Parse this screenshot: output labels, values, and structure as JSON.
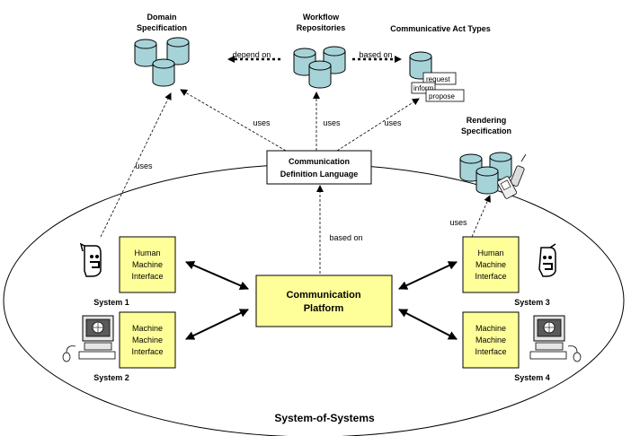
{
  "nodes": {
    "domain_spec": [
      "Domain",
      "Specification"
    ],
    "workflow_repo": [
      "Workflow",
      "Repositories"
    ],
    "comm_act_types": "Communicative Act Types",
    "act_cards": [
      "request",
      "inform",
      "propose"
    ],
    "rendering_spec": [
      "Rendering",
      "Specification"
    ],
    "cdl": [
      "Communication",
      "Definition Language"
    ],
    "platform": [
      "Communication",
      "Platform"
    ],
    "hmi_1": [
      "Human",
      "Machine",
      "Interface"
    ],
    "mmi_2": [
      "Machine",
      "Machine",
      "Interface"
    ],
    "hmi_3": [
      "Human",
      "Machine",
      "Interface"
    ],
    "mmi_4": [
      "Machine",
      "Machine",
      "Interface"
    ],
    "system_1": "System 1",
    "system_2": "System 2",
    "system_3": "System 3",
    "system_4": "System 4",
    "sos": "System-of-Systems"
  },
  "edges": {
    "depend_on": "depend on",
    "based_on_top": "based on",
    "uses_cdl_domain": "uses",
    "uses_cdl_workflow": "uses",
    "uses_cdl_acts": "uses",
    "uses_hmi1_domain": "uses",
    "uses_hmi3_rendering": "uses",
    "based_on_cdl": "based on"
  },
  "colors": {
    "box_fill": "#ffff99",
    "db_fill": "#a6d3d8",
    "line": "#000000"
  },
  "icons": [
    "database-icon",
    "person-icon",
    "computer-icon",
    "mobile-phone-icon",
    "pda-icon"
  ]
}
